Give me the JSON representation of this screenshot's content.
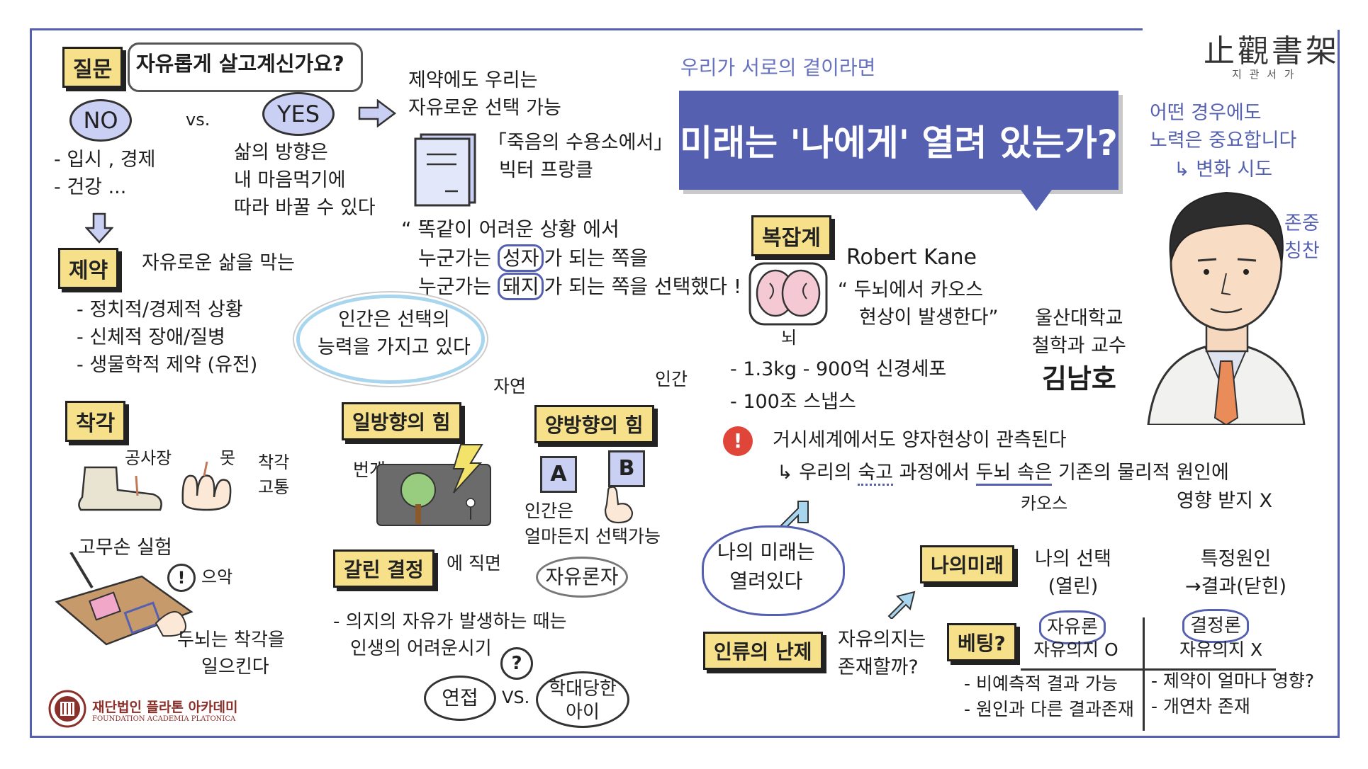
{
  "header": {
    "brand_hanja": "止觀書架",
    "brand_korean": "지 관 서 가",
    "subtitle": "우리가 서로의 곁이라면",
    "title": "미래는 '나에게' 열려 있는가?"
  },
  "question": {
    "tag": "질문",
    "bubble": "자유롭게 살고계신가요?",
    "no": "NO",
    "vs": "vs.",
    "yes": "YES",
    "no_items": [
      "- 입시 , 경제",
      "- 건강 ..."
    ],
    "yes_lines": [
      "삶의 방향은",
      "내 마음먹기에",
      "따라 바꿀 수 있다"
    ]
  },
  "constraint": {
    "tag": "제약",
    "desc": "자유로운 삶을 막는",
    "items": [
      "- 정치적/경제적 상황",
      "- 신체적 장애/질병",
      "- 생물학적 제약 (유전)"
    ]
  },
  "illusion": {
    "tag": "착각",
    "gongsajang": "공사장",
    "nail": "못",
    "pain_lines": [
      "착각",
      "고통"
    ],
    "rubber_hand": "고무손 실험",
    "euak": "으악",
    "brain_lines": [
      "두뇌는 착각을",
      "일으킨다"
    ]
  },
  "frankl": {
    "intro_lines": [
      "제약에도 우리는",
      "자유로운 선택 가능"
    ],
    "book_lines": [
      "「죽음의 수용소에서」",
      "빅터 프랑클"
    ],
    "quote_line1": "“ 똑같이 어려운 상황 에서",
    "quote_line2_pre": "누군가는 ",
    "quote_saint": "성자",
    "quote_line2_post": "가 되는 쪽을",
    "quote_line3_pre": "누군가는 ",
    "quote_pig": "돼지",
    "quote_line3_post": "가 되는 쪽을 선택했다 ! ”",
    "ability_lines": [
      "인간은 선택의",
      "능력을 가지고 있다"
    ]
  },
  "forces": {
    "nature": "자연",
    "human": "인간",
    "one_way": "일방향의 힘",
    "two_way": "양방향의 힘",
    "lightning": "번개",
    "a": "A",
    "b": "B",
    "human_choice_lines": [
      "인간은",
      "얼마든지 선택가능"
    ],
    "libertarian": "자유론자",
    "fork_tag": "갈린 결정",
    "fork_suffix": "에 직면",
    "free_will_lines": [
      "- 의지의 자유가 발생하는 때는",
      "인생의 어려운시기"
    ],
    "q_mark": "?",
    "yeonjup": "연접",
    "vs": "VS.",
    "abused_lines": [
      "학대당한",
      "아이"
    ]
  },
  "complex": {
    "tag": "복잡계",
    "brain_label": "뇌",
    "robert_kane": "Robert Kane",
    "chaos_lines": [
      "“ 두뇌에서 카오스",
      "현상이 발생한다”"
    ],
    "stats1": "- 1.3kg   - 900억 신경세포",
    "stats2": "- 100조 스냅스",
    "warn": "!",
    "quantum": "거시세계에서도  양자현상이 관측된다",
    "deliberation_pre": "↳ 우리의 ",
    "deliberation_sukgo": "숙고",
    "deliberation_mid": " 과정에서 ",
    "deliberation_brain": "두뇌 속은",
    "deliberation_post": " 기존의 물리적 원인에",
    "chaos_small": "카오스",
    "influence": "영향 받지 X"
  },
  "professor": {
    "university": "울산대학교",
    "department": "철학과 교수",
    "name": "김남호"
  },
  "effort": {
    "lines": [
      "어떤 경우에도",
      "노력은 중요합니다"
    ],
    "change": "↳ 변화 시도",
    "respect_lines": [
      "존중",
      "칭찬"
    ]
  },
  "future": {
    "my_future_lines": [
      "나의 미래는",
      "열려있다"
    ],
    "my_future_tag": "나의미래",
    "my_choice_lines": [
      "나의 선택",
      "(열린)"
    ],
    "specific_cause_lines": [
      "특정원인",
      "→결과(닫힌)"
    ],
    "human_problem": "인류의 난제",
    "exist_lines": [
      "자유의지는",
      "존재할까?"
    ],
    "betting": "베팅?",
    "libertarianism": "자유론",
    "free_will_o": "자유의지 O",
    "determinism": "결정론",
    "free_will_x": "자유의지 X",
    "lib_items": [
      "- 비예측적 결과 가능",
      "- 원인과 다른 결과존재"
    ],
    "det_items": [
      "- 제약이 얼마나 영향?",
      "- 개연차 존재"
    ]
  },
  "footer": {
    "foundation_kr": "재단법인 플라톤 아카데미",
    "foundation_en": "FOUNDATION ACADEMIA PLATONICA"
  }
}
